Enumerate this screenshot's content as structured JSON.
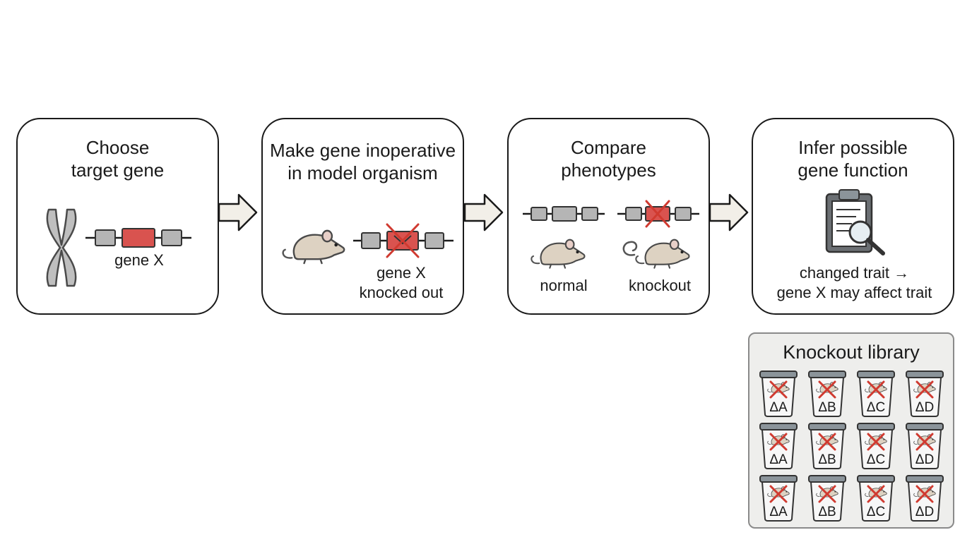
{
  "steps": [
    {
      "title": "Choose\ntarget gene",
      "caption": "gene X"
    },
    {
      "title": "Make gene inoperative\nin model organism",
      "caption": "gene X\nknocked out"
    },
    {
      "title": "Compare\nphenotypes",
      "caption_left": "normal",
      "caption_right": "knockout"
    },
    {
      "title": "Infer possible\ngene function",
      "caption": "changed trait →\ngene X may affect trait"
    }
  ],
  "library": {
    "title": "Knockout library",
    "jar_labels": [
      "ΔA",
      "ΔB",
      "ΔC",
      "ΔD"
    ]
  },
  "colors": {
    "knocked_gene": "#d9534f",
    "exon": "#b5b5b5",
    "mouse": "#ddd2c2",
    "arrow_fill": "#f2efe8",
    "cross": "#d03a30"
  },
  "icons": [
    "chromosome-icon",
    "mouse-icon",
    "clipboard-magnifier-icon",
    "specimen-jar-icon",
    "right-arrow-icon"
  ]
}
